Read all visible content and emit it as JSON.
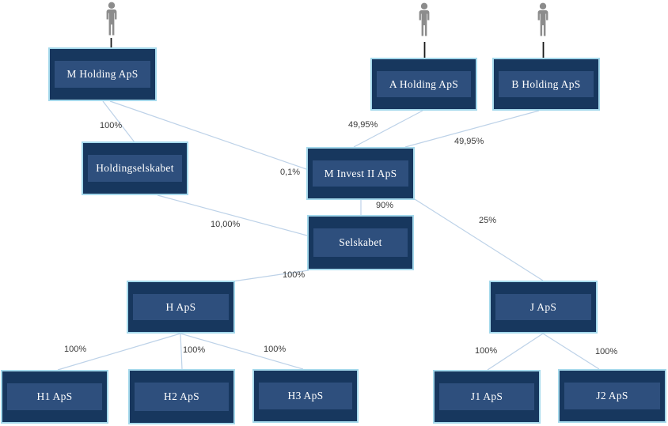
{
  "diagram": {
    "description": "Company ownership structure chart",
    "colors": {
      "box_fill": "#17375e",
      "box_inner": "#2e4f7d",
      "box_border": "#a5d9ec",
      "line": "#bdd2e8",
      "stem": "#1a1a1a",
      "person": "#8c8c8c",
      "label_text": "#3a3a3a",
      "box_text": "#ffffff",
      "bg": "#ffffff"
    },
    "persons": {
      "owner_m": {
        "name": "person-above-m-holding"
      },
      "owner_a": {
        "name": "person-above-a-holding"
      },
      "owner_b": {
        "name": "person-above-b-holding"
      }
    },
    "boxes": {
      "m_holding": {
        "label": "M Holding ApS"
      },
      "a_holding": {
        "label": "A Holding ApS"
      },
      "b_holding": {
        "label": "B Holding ApS"
      },
      "holdingselskabet": {
        "label": "Holdingselskabet"
      },
      "m_invest": {
        "label": "M Invest II ApS"
      },
      "selskabet": {
        "label": "Selskabet"
      },
      "h": {
        "label": "H ApS"
      },
      "j": {
        "label": "J ApS"
      },
      "h1": {
        "label": "H1 ApS"
      },
      "h2": {
        "label": "H2 ApS"
      },
      "h3": {
        "label": "H3 ApS"
      },
      "j1": {
        "label": "J1 ApS"
      },
      "j2": {
        "label": "J2 ApS"
      }
    },
    "edges": {
      "m_holding_to_holdingselskabet": {
        "label": "100%"
      },
      "a_holding_to_m_invest": {
        "label": "49,95%"
      },
      "b_holding_to_m_invest": {
        "label": "49,95%"
      },
      "m_holding_to_m_invest": {
        "label": "0,1%"
      },
      "m_invest_to_selskabet": {
        "label": "90%"
      },
      "holdingselskabet_to_selskabet": {
        "label": "10,00%"
      },
      "m_invest_to_j": {
        "label": "25%"
      },
      "selskabet_to_h": {
        "label": "100%"
      },
      "h_to_h1": {
        "label": "100%"
      },
      "h_to_h2": {
        "label": "100%"
      },
      "h_to_h3": {
        "label": "100%"
      },
      "j_to_j1": {
        "label": "100%"
      },
      "j_to_j2": {
        "label": "100%"
      }
    }
  }
}
